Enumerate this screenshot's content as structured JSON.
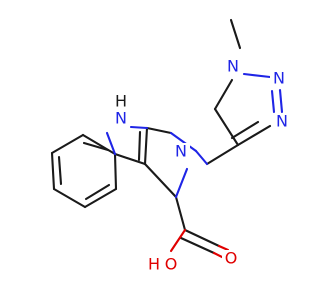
{
  "diagram": {
    "atom_labels": {
      "methyl_n": "N",
      "triazole_n2": "N",
      "triazole_n3": "N",
      "indole_n": "N",
      "indole_h": "H",
      "piperidine_n": "N",
      "carbonyl_o": "O",
      "hydroxyl_o": "O",
      "hydroxyl_h": "H"
    },
    "colors": {
      "bond": "#1a1a1a",
      "nitrogen": "#1f25e6",
      "oxygen": "#e00000"
    }
  }
}
